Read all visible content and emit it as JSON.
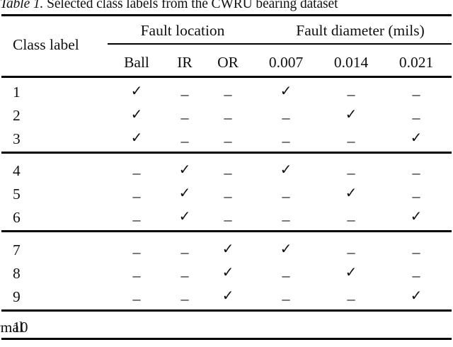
{
  "caption": {
    "label": "Table 1.",
    "text": " Selected class labels from the CWRU bearing dataset"
  },
  "table": {
    "stub_header": "Class label",
    "spanners": [
      {
        "label": "Fault location",
        "span": 3
      },
      {
        "label": "Fault diameter (mils)",
        "span": 3
      }
    ],
    "columns": [
      "Ball",
      "IR",
      "OR",
      "0.007",
      "0.014",
      "0.021"
    ],
    "marks": {
      "check": "✓",
      "dash": "–"
    },
    "groups": [
      {
        "rows": [
          {
            "label": "1",
            "cells": [
              "check",
              "dash",
              "dash",
              "check",
              "dash",
              "dash"
            ]
          },
          {
            "label": "2",
            "cells": [
              "check",
              "dash",
              "dash",
              "dash",
              "check",
              "dash"
            ]
          },
          {
            "label": "3",
            "cells": [
              "check",
              "dash",
              "dash",
              "dash",
              "dash",
              "check"
            ]
          }
        ]
      },
      {
        "rows": [
          {
            "label": "4",
            "cells": [
              "dash",
              "check",
              "dash",
              "check",
              "dash",
              "dash"
            ]
          },
          {
            "label": "5",
            "cells": [
              "dash",
              "check",
              "dash",
              "dash",
              "check",
              "dash"
            ]
          },
          {
            "label": "6",
            "cells": [
              "dash",
              "check",
              "dash",
              "dash",
              "dash",
              "check"
            ]
          }
        ]
      },
      {
        "rows": [
          {
            "label": "7",
            "cells": [
              "dash",
              "dash",
              "check",
              "check",
              "dash",
              "dash"
            ]
          },
          {
            "label": "8",
            "cells": [
              "dash",
              "dash",
              "check",
              "dash",
              "check",
              "dash"
            ]
          },
          {
            "label": "9",
            "cells": [
              "dash",
              "dash",
              "check",
              "dash",
              "dash",
              "check"
            ]
          }
        ]
      }
    ],
    "final_row": {
      "label": "10",
      "value": "Normal"
    }
  },
  "layout": {
    "column_x": [
      193,
      261,
      322,
      404,
      496,
      588
    ],
    "spanner_x": [
      258,
      509
    ],
    "normal_x": 400,
    "row_y": [
      120,
      153,
      186,
      231,
      264,
      297,
      343,
      376,
      409
    ]
  }
}
